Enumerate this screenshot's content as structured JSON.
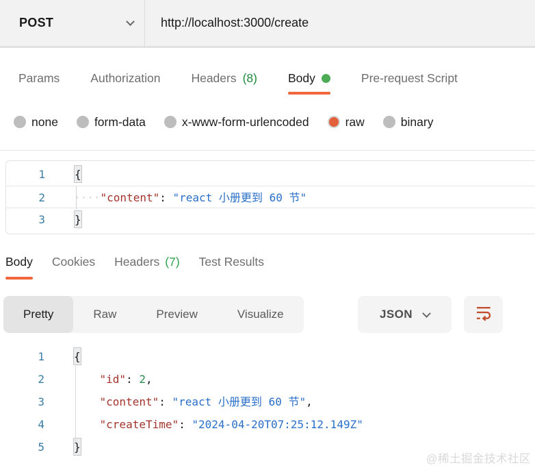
{
  "accents": {
    "orange": "#f2663c",
    "green_count_request": "#1f8a3d",
    "green_count_response": "#2fa44f",
    "green_dot": "#4cab55",
    "key_red": "#a3342c",
    "string_blue": "#2a6fc9",
    "number_green": "#2e8b50",
    "line_number_blue": "#3a7ca5",
    "wrap_icon_orange": "#c0502f"
  },
  "url_bar": {
    "method": "POST",
    "url": "http://localhost:3000/create"
  },
  "request_tabs": {
    "items": [
      {
        "label": "Params"
      },
      {
        "label": "Authorization"
      },
      {
        "label": "Headers",
        "count": "(8)"
      },
      {
        "label": "Body",
        "dot": true,
        "active": true
      },
      {
        "label": "Pre-request Script"
      }
    ]
  },
  "body_type_options": {
    "items": [
      {
        "label": "none"
      },
      {
        "label": "form-data"
      },
      {
        "label": "x-www-form-urlencoded"
      },
      {
        "label": "raw",
        "selected": true
      },
      {
        "label": "binary"
      }
    ]
  },
  "request_editor": {
    "lines": [
      {
        "num": "1",
        "segments": [
          {
            "type": "bracket",
            "text": "{"
          }
        ]
      },
      {
        "num": "2",
        "boxed": true,
        "segments": [
          {
            "type": "ws-dots",
            "text": "····"
          },
          {
            "type": "key",
            "text": "\"content\""
          },
          {
            "type": "punct",
            "text": ": "
          },
          {
            "type": "string",
            "text": "\"react 小册更到 60 节\""
          }
        ]
      },
      {
        "num": "3",
        "segments": [
          {
            "type": "bracket",
            "text": "}"
          }
        ]
      }
    ]
  },
  "response_tabs": {
    "items": [
      {
        "label": "Body",
        "active": true
      },
      {
        "label": "Cookies"
      },
      {
        "label": "Headers",
        "count": "(7)"
      },
      {
        "label": "Test Results"
      }
    ]
  },
  "response_toolbar": {
    "views": [
      {
        "label": "Pretty",
        "active": true
      },
      {
        "label": "Raw"
      },
      {
        "label": "Preview"
      },
      {
        "label": "Visualize"
      }
    ],
    "format": {
      "label": "JSON"
    },
    "wrap_icon": "wrap-text-icon"
  },
  "response_editor": {
    "lines": [
      {
        "num": "1",
        "segments": [
          {
            "type": "bracket",
            "text": "{"
          }
        ]
      },
      {
        "num": "2",
        "segments": [
          {
            "type": "punct",
            "text": "    "
          },
          {
            "type": "key",
            "text": "\"id\""
          },
          {
            "type": "punct",
            "text": ": "
          },
          {
            "type": "number",
            "text": "2"
          },
          {
            "type": "punct",
            "text": ","
          }
        ]
      },
      {
        "num": "3",
        "segments": [
          {
            "type": "punct",
            "text": "    "
          },
          {
            "type": "key",
            "text": "\"content\""
          },
          {
            "type": "punct",
            "text": ": "
          },
          {
            "type": "string",
            "text": "\"react 小册更到 60 节\""
          },
          {
            "type": "punct",
            "text": ","
          }
        ]
      },
      {
        "num": "4",
        "segments": [
          {
            "type": "punct",
            "text": "    "
          },
          {
            "type": "key",
            "text": "\"createTime\""
          },
          {
            "type": "punct",
            "text": ": "
          },
          {
            "type": "string",
            "text": "\"2024-04-20T07:25:12.149Z\""
          }
        ]
      },
      {
        "num": "5",
        "segments": [
          {
            "type": "bracket",
            "text": "}"
          }
        ]
      }
    ]
  },
  "watermark": "@稀土掘金技术社区"
}
